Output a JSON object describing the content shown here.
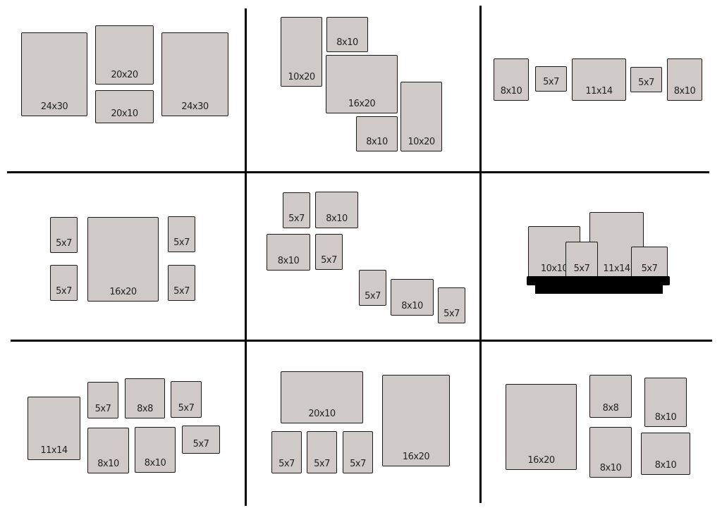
{
  "title_hidden": null,
  "layouts": [
    {
      "name": "layout-1",
      "frames": [
        "24x30",
        "20x20",
        "20x10",
        "24x30"
      ]
    },
    {
      "name": "layout-2",
      "frames": [
        "10x20",
        "8x10",
        "16x20",
        "10x20",
        "8x10"
      ]
    },
    {
      "name": "layout-3",
      "frames": [
        "8x10",
        "5x7",
        "11x14",
        "5x7",
        "8x10"
      ]
    },
    {
      "name": "layout-4",
      "frames": [
        "5x7",
        "5x7",
        "16x20",
        "5x7",
        "5x7"
      ]
    },
    {
      "name": "layout-5",
      "frames": [
        "5x7",
        "8x10",
        "8x10",
        "5x7",
        "5x7",
        "8x10",
        "5x7"
      ]
    },
    {
      "name": "layout-6-shelf",
      "frames": [
        "10x10",
        "11x14",
        "5x7",
        "5x7"
      ]
    },
    {
      "name": "layout-7",
      "frames": [
        "11x14",
        "5x7",
        "8x8",
        "5x7",
        "8x10",
        "8x10",
        "5x7"
      ]
    },
    {
      "name": "layout-8",
      "frames": [
        "20x10",
        "16x20",
        "5x7",
        "5x7",
        "5x7"
      ]
    },
    {
      "name": "layout-9",
      "frames": [
        "16x20",
        "8x8",
        "8x10",
        "8x10",
        "8x10"
      ]
    }
  ],
  "colors": {
    "frame_fill": "#cfcac7",
    "frame_border": "#1a1a1a",
    "divider": "#000000"
  }
}
